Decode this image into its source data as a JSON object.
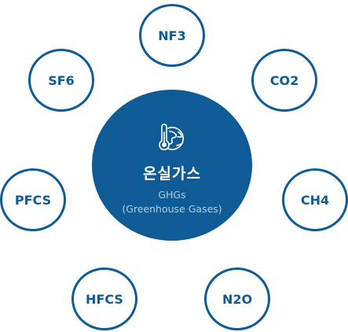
{
  "center": {
    "title": "온실가스",
    "subtitle_line1": "GHGs",
    "subtitle_line2": "(Greenhouse Gases)",
    "icon": "thermometer-globe-icon"
  },
  "gases": {
    "nf3": "NF3",
    "sf6": "SF6",
    "co2": "CO2",
    "pfcs": "PFCS",
    "ch4": "CH4",
    "hfcs": "HFCS",
    "n2o": "N2O"
  },
  "colors": {
    "primary": "#0e5b95",
    "subtitle": "#b8cde0",
    "background": "#ffffff"
  }
}
